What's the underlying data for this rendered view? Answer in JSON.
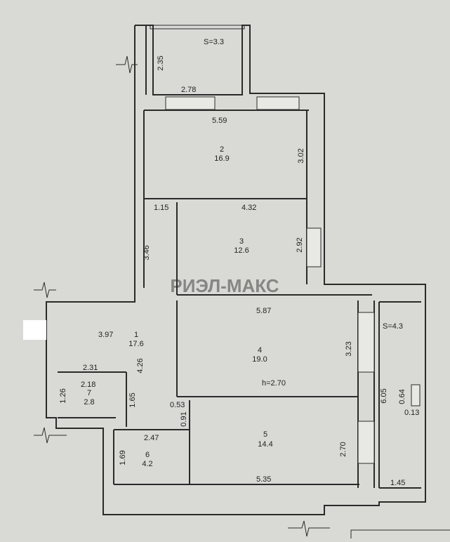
{
  "rooms": [
    {
      "id": "1",
      "area": "17.6"
    },
    {
      "id": "2",
      "area": "16.9"
    },
    {
      "id": "3",
      "area": "12.6"
    },
    {
      "id": "4",
      "area": "19.0"
    },
    {
      "id": "5",
      "area": "14.4"
    },
    {
      "id": "6",
      "area": "4.2"
    },
    {
      "id": "7",
      "area": "2.8"
    }
  ],
  "balconies": {
    "top": "S=3.3",
    "right": "S=4.3"
  },
  "ceiling_height": "h=2.70",
  "dims": {
    "d235": "2.35",
    "d278": "2.78",
    "d559": "5.59",
    "d302": "3.02",
    "d115": "1.15",
    "d432": "4.32",
    "d292": "2.92",
    "d346": "3.46",
    "d587": "5.87",
    "d397": "3.97",
    "d426": "4.26",
    "d323": "3.23",
    "d231": "2.31",
    "d218": "2.18",
    "d126": "1.26",
    "d165": "1.65",
    "d053": "0.53",
    "d091": "0.91",
    "d247": "2.47",
    "d169": "1.69",
    "d605": "6.05",
    "d064": "0.64",
    "d013": "0.13",
    "d270": "2.70",
    "d535": "5.35",
    "d145": "1.45"
  },
  "watermark": "РИЭЛ-МАКС"
}
